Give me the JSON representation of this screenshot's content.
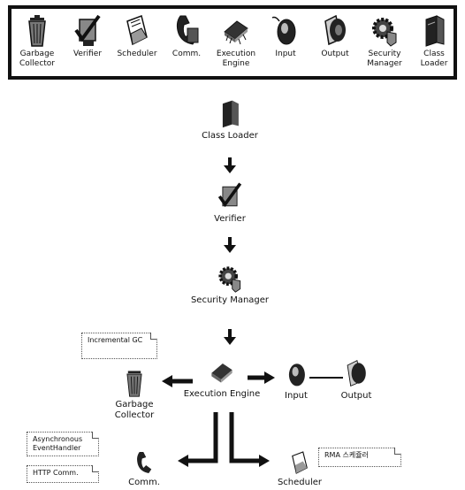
{
  "palette": [
    {
      "label": "Garbage Collector",
      "icon": "trash-can-icon"
    },
    {
      "label": "Verifier",
      "icon": "checklist-icon"
    },
    {
      "label": "Scheduler",
      "icon": "document-icon"
    },
    {
      "label": "Comm.",
      "icon": "phone-icon"
    },
    {
      "label": "Execution Engine",
      "icon": "chip-icon"
    },
    {
      "label": "Input",
      "icon": "mouse-icon"
    },
    {
      "label": "Output",
      "icon": "speaker-icon"
    },
    {
      "label": "Security Manager",
      "icon": "gear-shield-icon"
    },
    {
      "label": "Class Loader",
      "icon": "book-icon"
    }
  ],
  "nodes": {
    "class_loader": "Class Loader",
    "verifier": "Verifier",
    "security_manager": "Security Manager",
    "execution_engine": "Execution Engine",
    "garbage_collector": "Garbage Collector",
    "input": "Input",
    "output": "Output",
    "comm": "Comm.",
    "scheduler": "Scheduler"
  },
  "notes": {
    "incremental_gc": "Incremental GC",
    "async_handler": "Asynchronous EventHandler",
    "http_comm": "HTTP Comm.",
    "rma_scheduler": "RMA 스케쥴러"
  },
  "colors": {
    "ink": "#111111",
    "paper": "#ffffff",
    "shade": "#6b6b6b"
  }
}
